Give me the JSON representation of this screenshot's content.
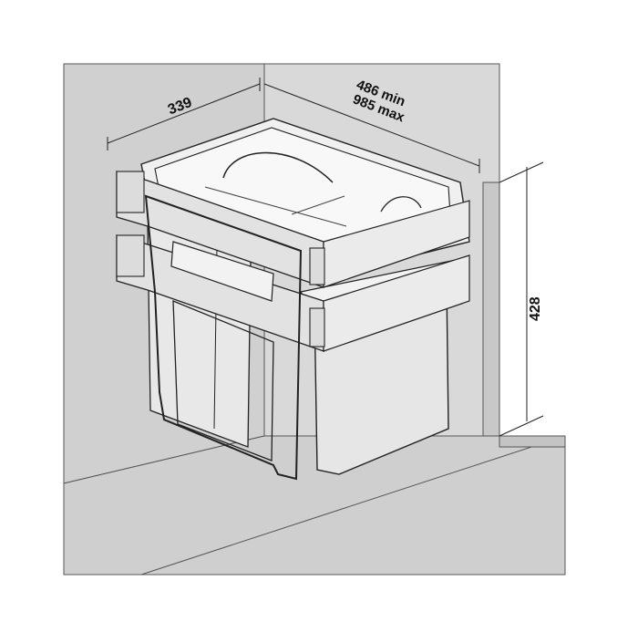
{
  "dimensions": {
    "depth": "339",
    "width_min": "486 min",
    "width_max": "985 max",
    "height": "428"
  },
  "colors": {
    "background": "#ffffff",
    "cabinet_back": "#dcdcdc",
    "cabinet_side": "#d3d3d3",
    "cabinet_floor": "#cfcfcf",
    "bin": "#ececec",
    "line": "#222222"
  }
}
